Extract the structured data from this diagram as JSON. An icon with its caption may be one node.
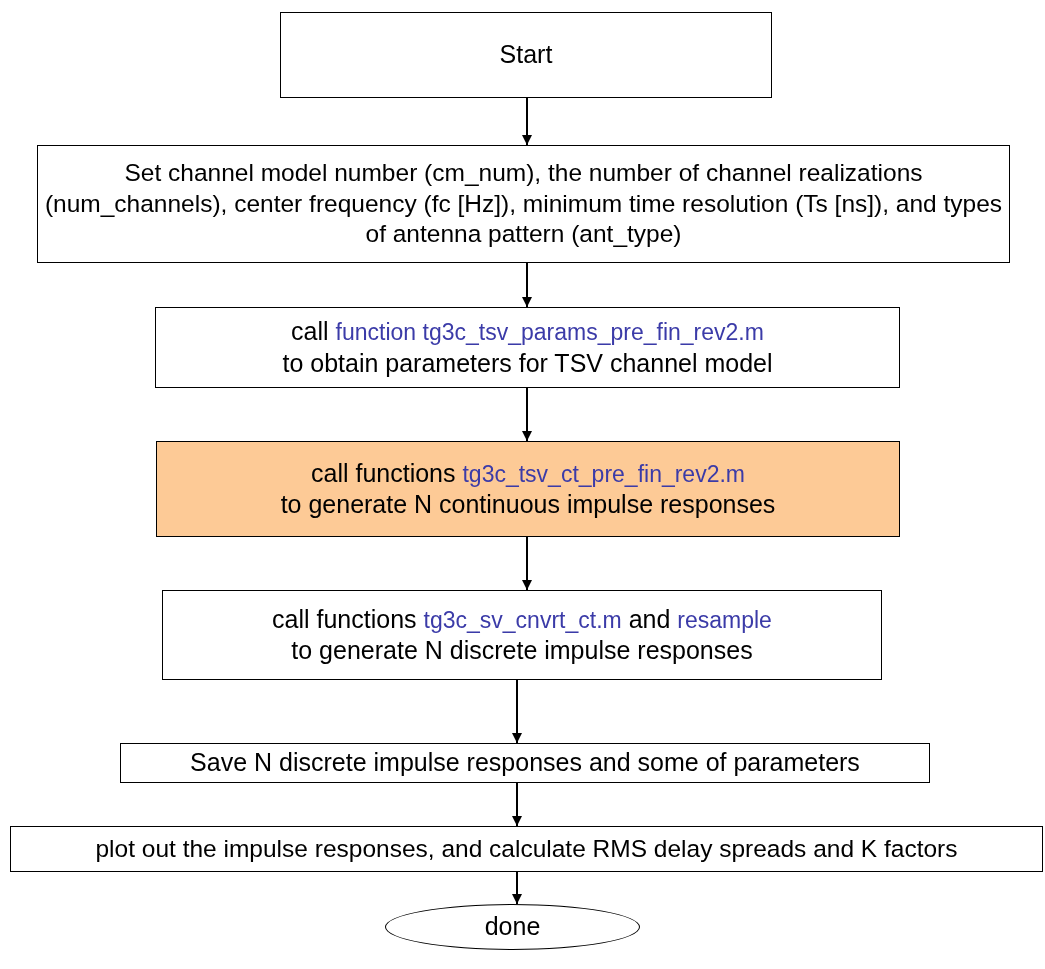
{
  "diagram": {
    "nodes": [
      {
        "text": [
          "Start"
        ]
      },
      {
        "text": [
          "Set channel model number (cm_num), the number of channel realizations (num_channels), center frequency (fc [Hz]), minimum time resolution (Ts [ns]), and types of antenna pattern (ant_type)"
        ]
      },
      {
        "text": [
          "call",
          "function tg3c_tsv_params_pre_fin_rev2.m",
          "to obtain parameters for TSV channel model"
        ]
      },
      {
        "text": [
          "call functions",
          "tg3c_tsv_ct_pre_fin_rev2.m",
          "to generate N continuous impulse responses"
        ]
      },
      {
        "text": [
          "call functions",
          "tg3c_sv_cnvrt_ct.m",
          "and",
          "resample",
          "to generate N discrete impulse responses"
        ]
      },
      {
        "text": [
          "Save N discrete impulse responses and some of parameters"
        ]
      },
      {
        "text": [
          "plot out the impulse responses, and calculate RMS delay spreads and K factors"
        ]
      },
      {
        "text": [
          "done"
        ]
      }
    ],
    "edges": [
      {
        "from": 0,
        "to": 1,
        "arrow": "to"
      },
      {
        "from": 1,
        "to": 2,
        "arrow": "to"
      },
      {
        "from": 2,
        "to": 3,
        "arrow": "to"
      },
      {
        "from": 3,
        "to": 4,
        "arrow": "to"
      },
      {
        "from": 4,
        "to": 5,
        "arrow": "to"
      },
      {
        "from": 5,
        "to": 6,
        "arrow": "to"
      },
      {
        "from": 6,
        "to": 7,
        "arrow": "to"
      }
    ]
  }
}
